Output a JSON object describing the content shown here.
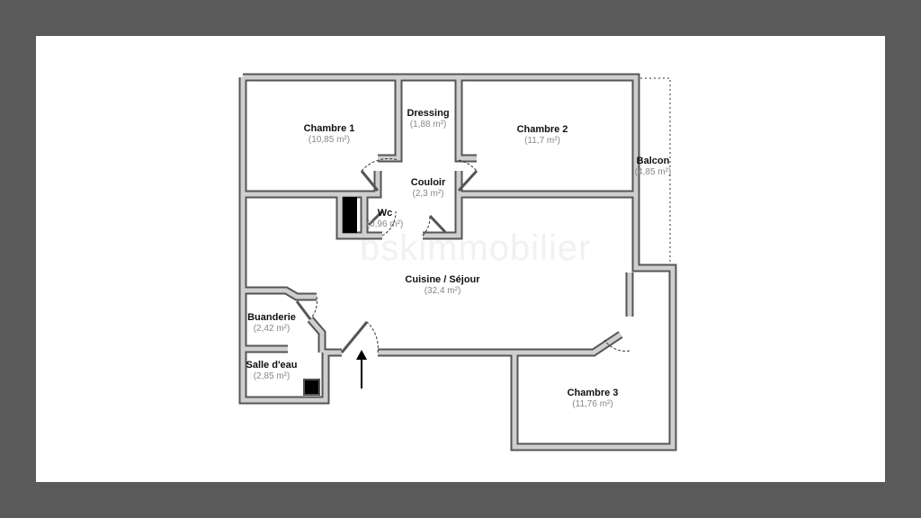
{
  "watermark": "bskimmobilier",
  "rooms": [
    {
      "name": "Chambre 1",
      "area": "(10,85 m²)"
    },
    {
      "name": "Dressing",
      "area": "(1,88 m²)"
    },
    {
      "name": "Chambre 2",
      "area": "(11,7 m²)"
    },
    {
      "name": "Balcon",
      "area": "(4,85 m²)"
    },
    {
      "name": "Couloir",
      "area": "(2,3 m²)"
    },
    {
      "name": "Wc",
      "area": "(0,96 m²)"
    },
    {
      "name": "Cuisine / Séjour",
      "area": "(32,4 m²)"
    },
    {
      "name": "Buanderie",
      "area": "(2,42 m²)"
    },
    {
      "name": "Salle d'eau",
      "area": "(2,85 m²)"
    },
    {
      "name": "Chambre 3",
      "area": "(11,76 m²)"
    }
  ],
  "colors": {
    "wall_fill": "#cfcfcf",
    "wall_outline": "#555555",
    "background": "#5a5a5a"
  }
}
